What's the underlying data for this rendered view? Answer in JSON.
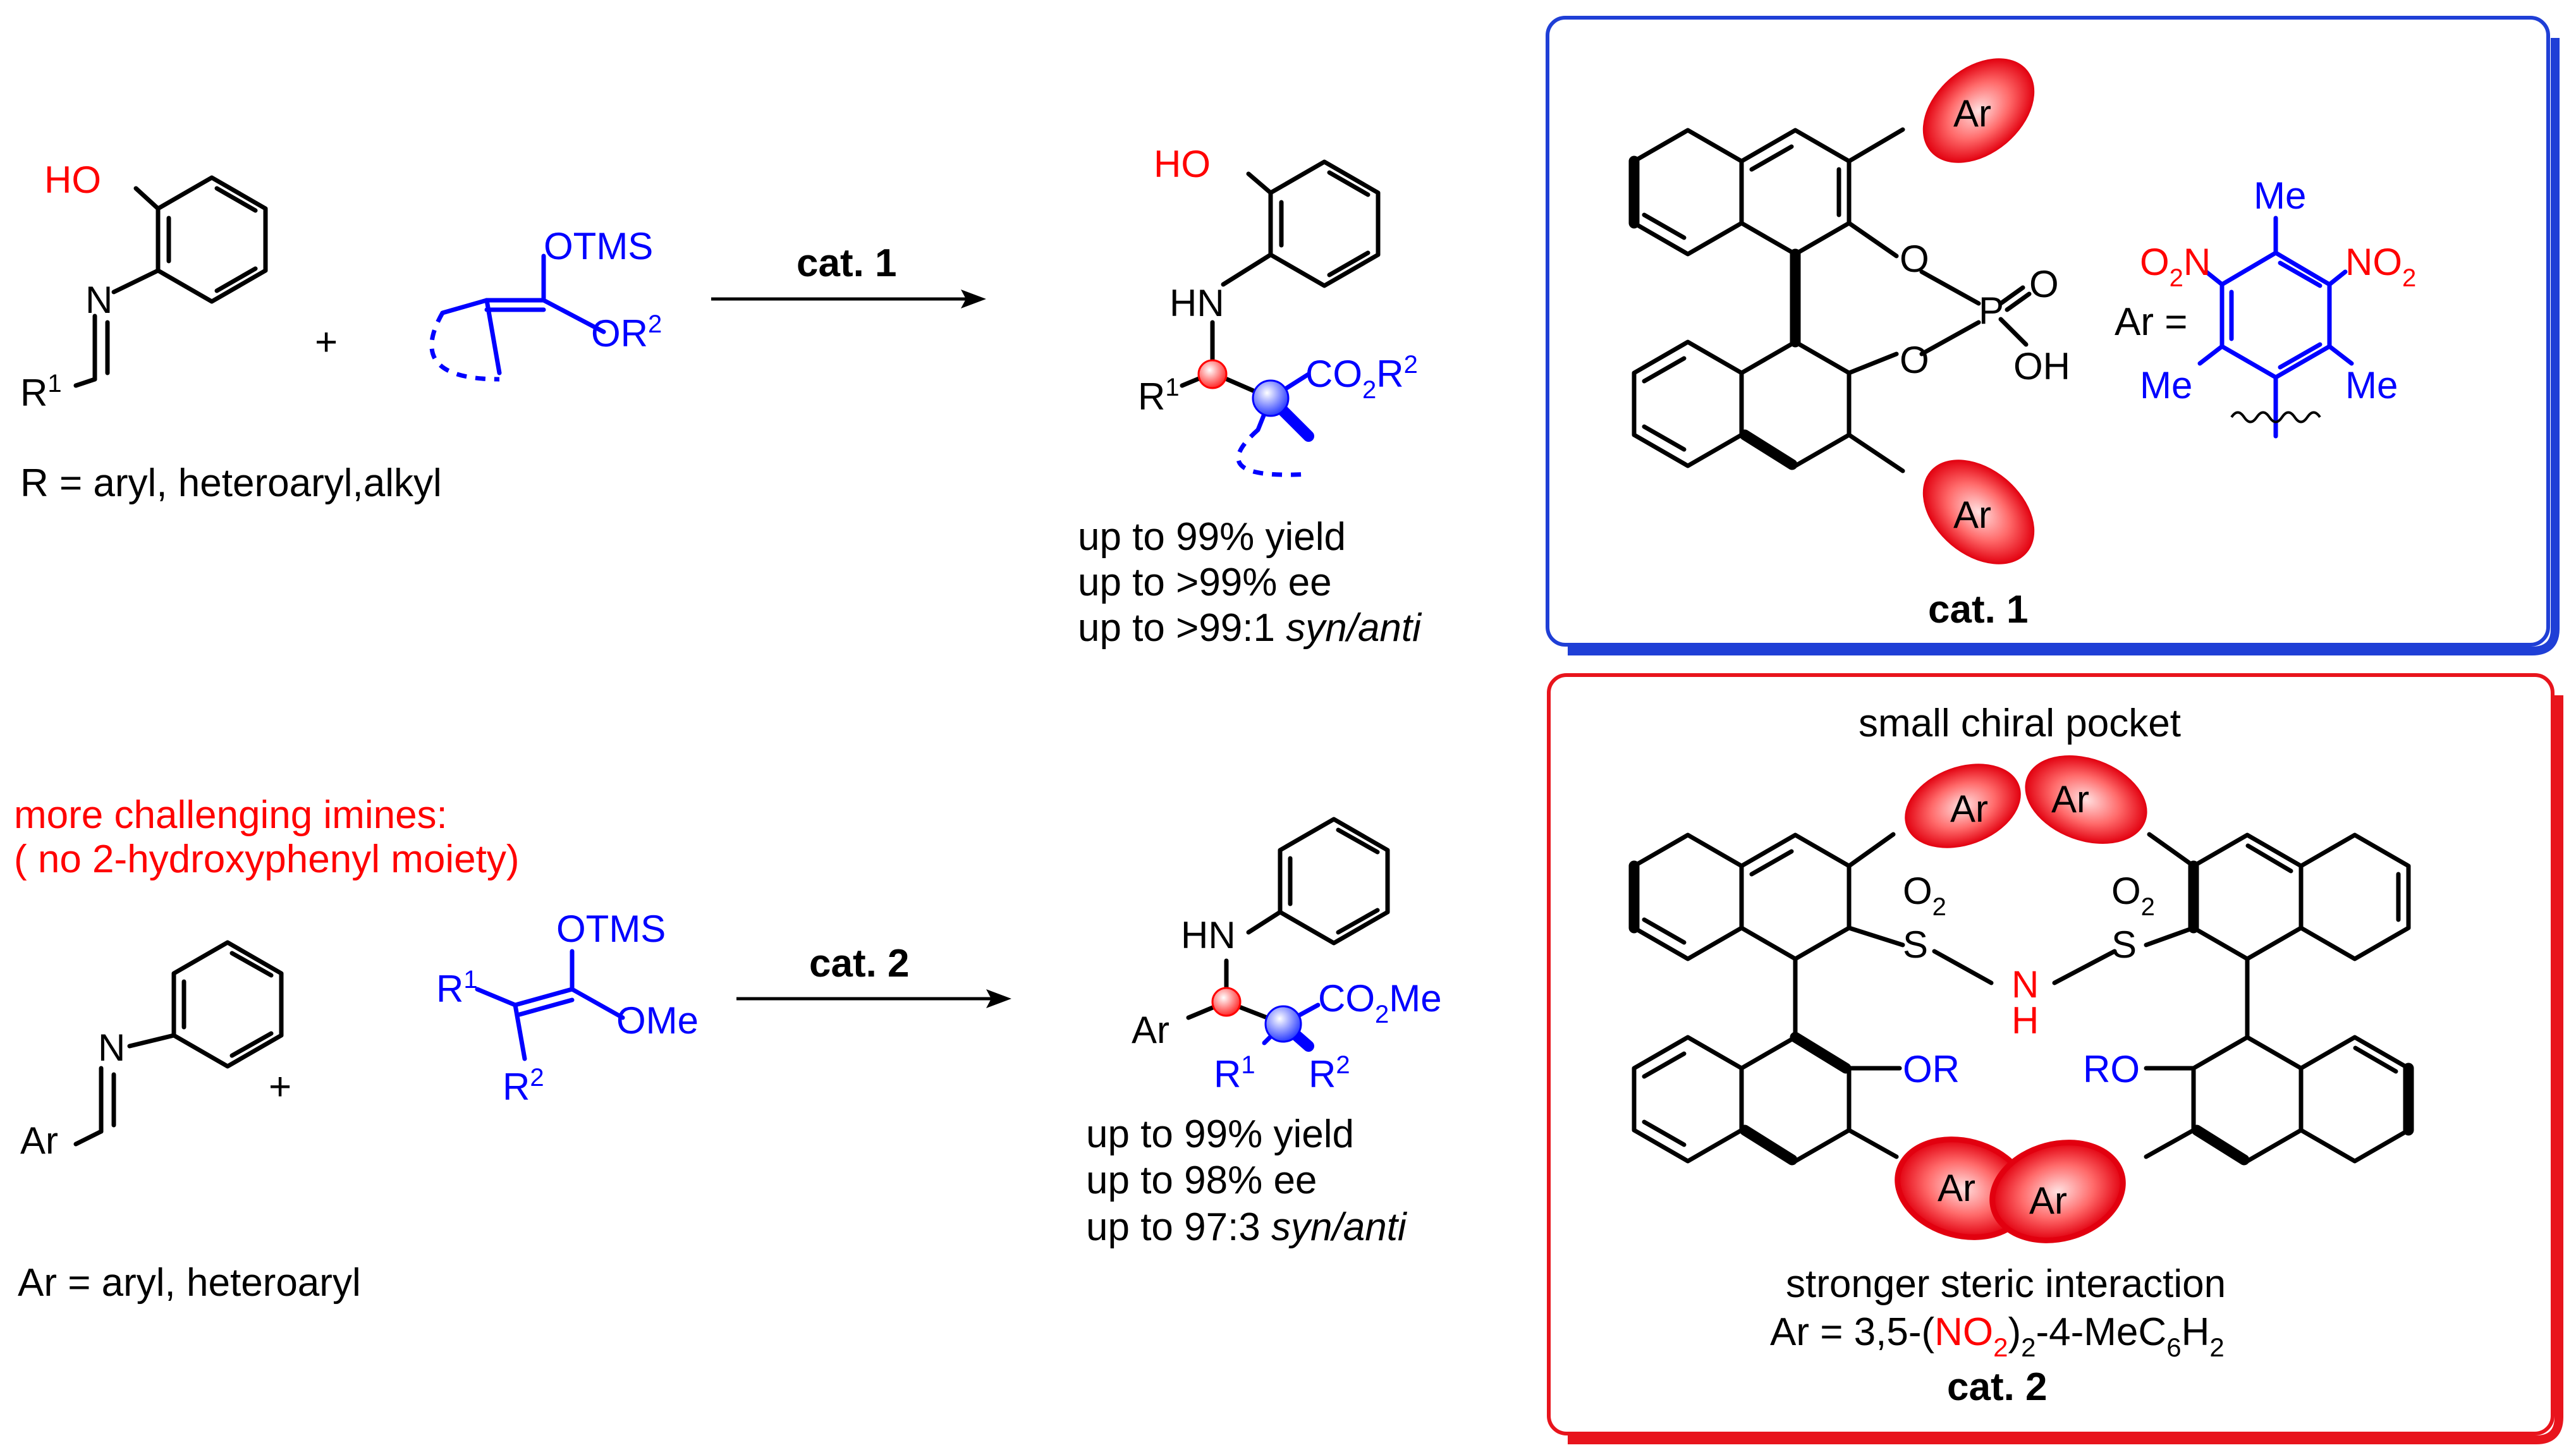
{
  "top": {
    "reactant1": {
      "ho": "HO",
      "n": "N",
      "r1": "R",
      "r1_sup": "1"
    },
    "plus": "+",
    "reactant2": {
      "otms": "OTMS",
      "or2": "OR",
      "or2_sup": "2"
    },
    "arrow_label": "cat. 1",
    "product": {
      "ho": "HO",
      "hn": "HN",
      "r1": "R",
      "r1_sup": "1",
      "co2r": "CO",
      "co2r_sub": "2",
      "co2r_r": "R",
      "co2r_sup": "2"
    },
    "r_def": "R = aryl, heteroaryl,alkyl",
    "results": {
      "yield": "up to 99% yield",
      "ee": "up to >99% ee",
      "dr_prefix": "up to >99:1 ",
      "dr_suffix": "syn/anti"
    }
  },
  "bottom": {
    "challenge_line1": "more challenging imines:",
    "challenge_line2": "( no 2-hydroxyphenyl moiety)",
    "reactant1": {
      "n": "N",
      "ar": "Ar"
    },
    "plus": "+",
    "reactant2": {
      "r1": "R",
      "r1_sup": "1",
      "r2": "R",
      "r2_sup": "2",
      "otms": "OTMS",
      "ome": "OMe"
    },
    "arrow_label": "cat. 2",
    "product": {
      "hn": "HN",
      "ar": "Ar",
      "co2me": "CO",
      "co2me_sub": "2",
      "co2me_me": "Me",
      "r1": "R",
      "r1_sup": "1",
      "r2": "R",
      "r2_sup": "2"
    },
    "ar_def": "Ar = aryl, heteroaryl",
    "results": {
      "yield": "up to 99% yield",
      "ee": "up to 98% ee",
      "dr_prefix": "up to 97:3 ",
      "dr_suffix": "syn/anti"
    }
  },
  "cat1": {
    "ar_top": "Ar",
    "ar_bottom": "Ar",
    "o1": "O",
    "o2": "O",
    "p": "P",
    "o_double": "O",
    "oh": "OH",
    "ar_eq": "Ar =",
    "o2n": "O",
    "o2n_sub": "2",
    "o2n_n": "N",
    "no2": "NO",
    "no2_sub": "2",
    "me_top": "Me",
    "me_left": "Me",
    "me_right": "Me",
    "label": "cat. 1",
    "border_color": "#1f3fd6"
  },
  "cat2": {
    "pocket": "small chiral pocket",
    "ar_tl": "Ar",
    "ar_tr": "Ar",
    "ar_bl": "Ar",
    "ar_br": "Ar",
    "o2_left": "O",
    "o2_left_sub": "2",
    "o2_right": "O",
    "o2_right_sub": "2",
    "s_left": "S",
    "s_right": "S",
    "n": "N",
    "h": "H",
    "or_left": "OR",
    "ro_right": "RO",
    "steric": "stronger steric interaction",
    "ar_formula_prefix": "Ar = 3,5-(",
    "ar_formula_no": "NO",
    "ar_formula_no_sub": "2",
    "ar_formula_close": ")",
    "ar_formula_close_sub": "2",
    "ar_formula_mid": "-4-MeC",
    "ar_formula_c_sub": "6",
    "ar_formula_h": "H",
    "ar_formula_h_sub": "2",
    "label": "cat. 2",
    "border_color": "#e8141c"
  }
}
